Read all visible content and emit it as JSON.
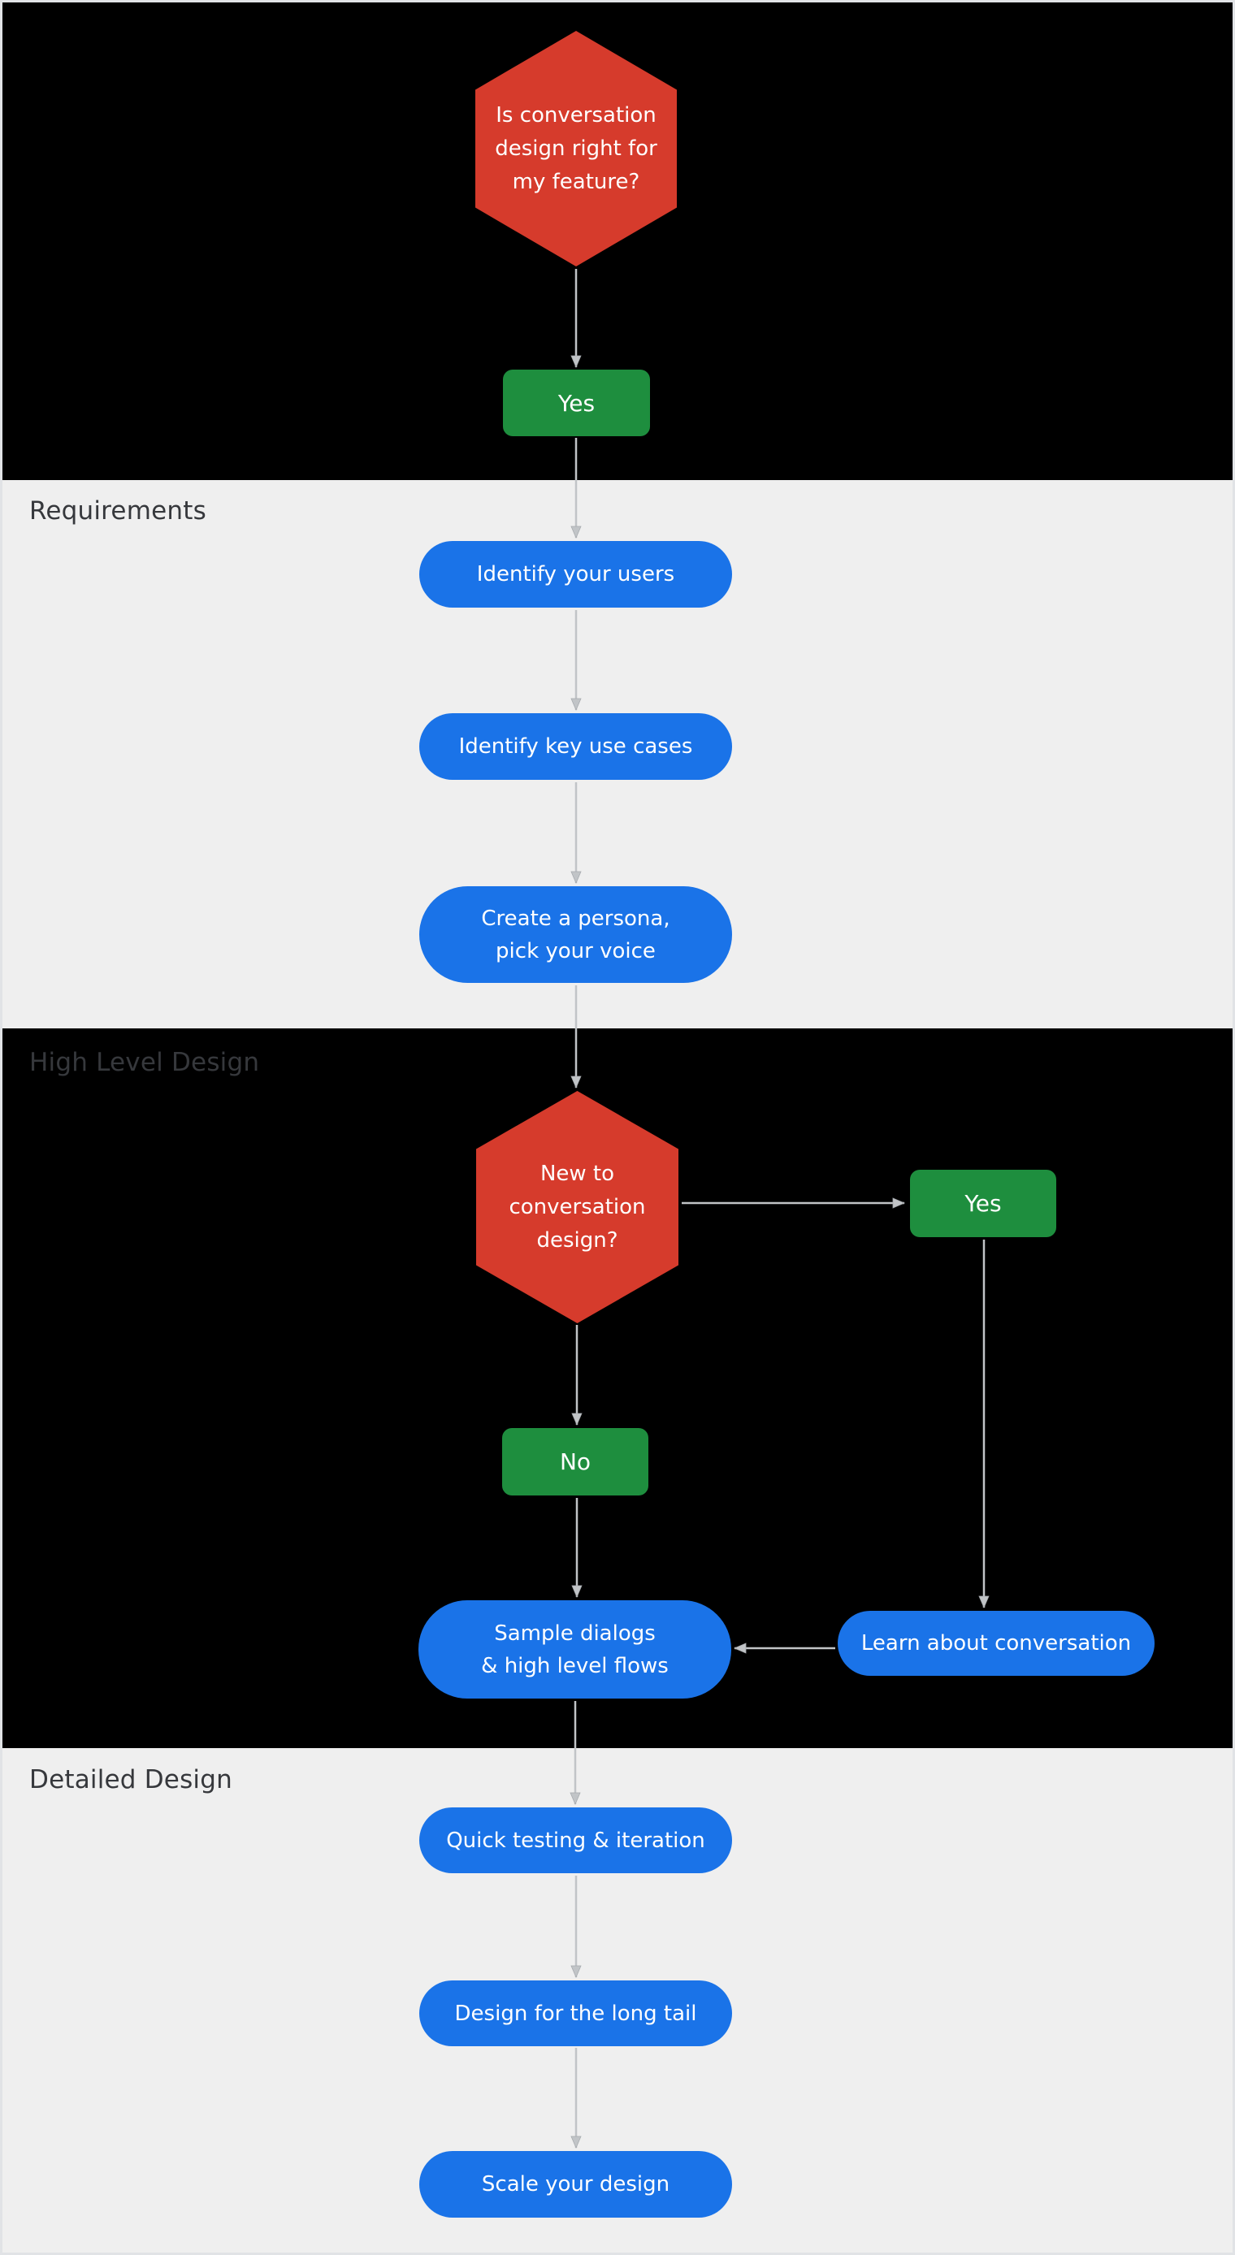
{
  "sections": [
    {
      "id": "requirements",
      "label": "Requirements"
    },
    {
      "id": "high_level_design",
      "label": "High Level Design"
    },
    {
      "id": "detailed_design",
      "label": "Detailed Design"
    }
  ],
  "nodes": {
    "decision_feature": {
      "lines": [
        "Is conversation",
        "design right for",
        "my feature?"
      ]
    },
    "yes_top": {
      "label": "Yes"
    },
    "identify_users": {
      "label": "Identify your users"
    },
    "identify_key_use_cases": {
      "label": "Identify key use cases"
    },
    "create_persona": {
      "lines": [
        "Create a persona,",
        "pick your voice"
      ]
    },
    "decision_new_to_cd": {
      "lines": [
        "New to",
        "conversation",
        "design?"
      ]
    },
    "yes_right": {
      "label": "Yes"
    },
    "no_mid": {
      "label": "No"
    },
    "sample_dialogs": {
      "lines": [
        "Sample dialogs",
        "& high level flows"
      ]
    },
    "learn_conversation": {
      "label": "Learn about conversation"
    },
    "quick_testing": {
      "label": "Quick testing & iteration"
    },
    "long_tail": {
      "label": "Design for the long tail"
    },
    "scale_design": {
      "label": "Scale your design"
    }
  },
  "colors": {
    "decision": "#d63b2c",
    "process": "#1a73e8",
    "answer": "#1e8e3e",
    "connector": "#c1c4c7",
    "section_light": "#efefef",
    "section_dark": "#000000",
    "section_label": "#36383c",
    "node_text": "#ffffff",
    "frame": "#e1e3e6"
  }
}
